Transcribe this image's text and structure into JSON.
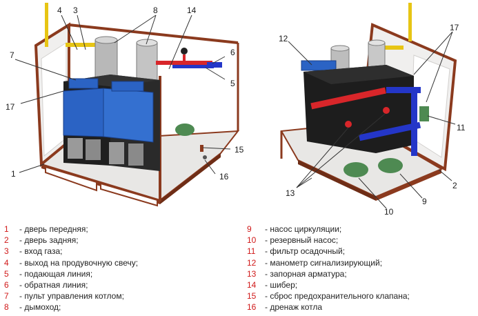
{
  "callouts_left": [
    "4",
    "3",
    "8",
    "14",
    "7",
    "6",
    "5",
    "17",
    "15",
    "1",
    "16"
  ],
  "callouts_right": [
    "12",
    "17",
    "11",
    "2",
    "9",
    "10",
    "13"
  ],
  "legend_left": [
    {
      "num": "1",
      "text": "- дверь передняя;"
    },
    {
      "num": "2",
      "text": "- дверь задняя;"
    },
    {
      "num": "3",
      "text": "- вход газа;"
    },
    {
      "num": "4",
      "text": "- выход на продувочную свечу;"
    },
    {
      "num": "5",
      "text": "- подающая линия;"
    },
    {
      "num": "6",
      "text": "- обратная линия;"
    },
    {
      "num": "7",
      "text": "- пульт управления котлом;"
    },
    {
      "num": "8",
      "text": "- дымоход;"
    }
  ],
  "legend_right": [
    {
      "num": "9",
      "text": "- насос циркуляции;"
    },
    {
      "num": "10",
      "text": "- резервный насос;"
    },
    {
      "num": "11",
      "text": "- фильтр осадочный;"
    },
    {
      "num": "12",
      "text": "- манометр сигнализирующий;"
    },
    {
      "num": "13",
      "text": "- запорная арматура;"
    },
    {
      "num": "14",
      "text": "- шибер;"
    },
    {
      "num": "15",
      "text": "- сброс предохранительного клапана;"
    },
    {
      "num": "16",
      "text": "- дренаж котла"
    }
  ],
  "colors": {
    "frame": "#8b3a1e",
    "panel": "#ecebea",
    "boiler": "#2b63c4",
    "pipe_supply": "#d8262a",
    "pipe_return": "#2436c8",
    "gas": "#e7c514",
    "pump": "#4e8a52",
    "number": "#d01818"
  }
}
